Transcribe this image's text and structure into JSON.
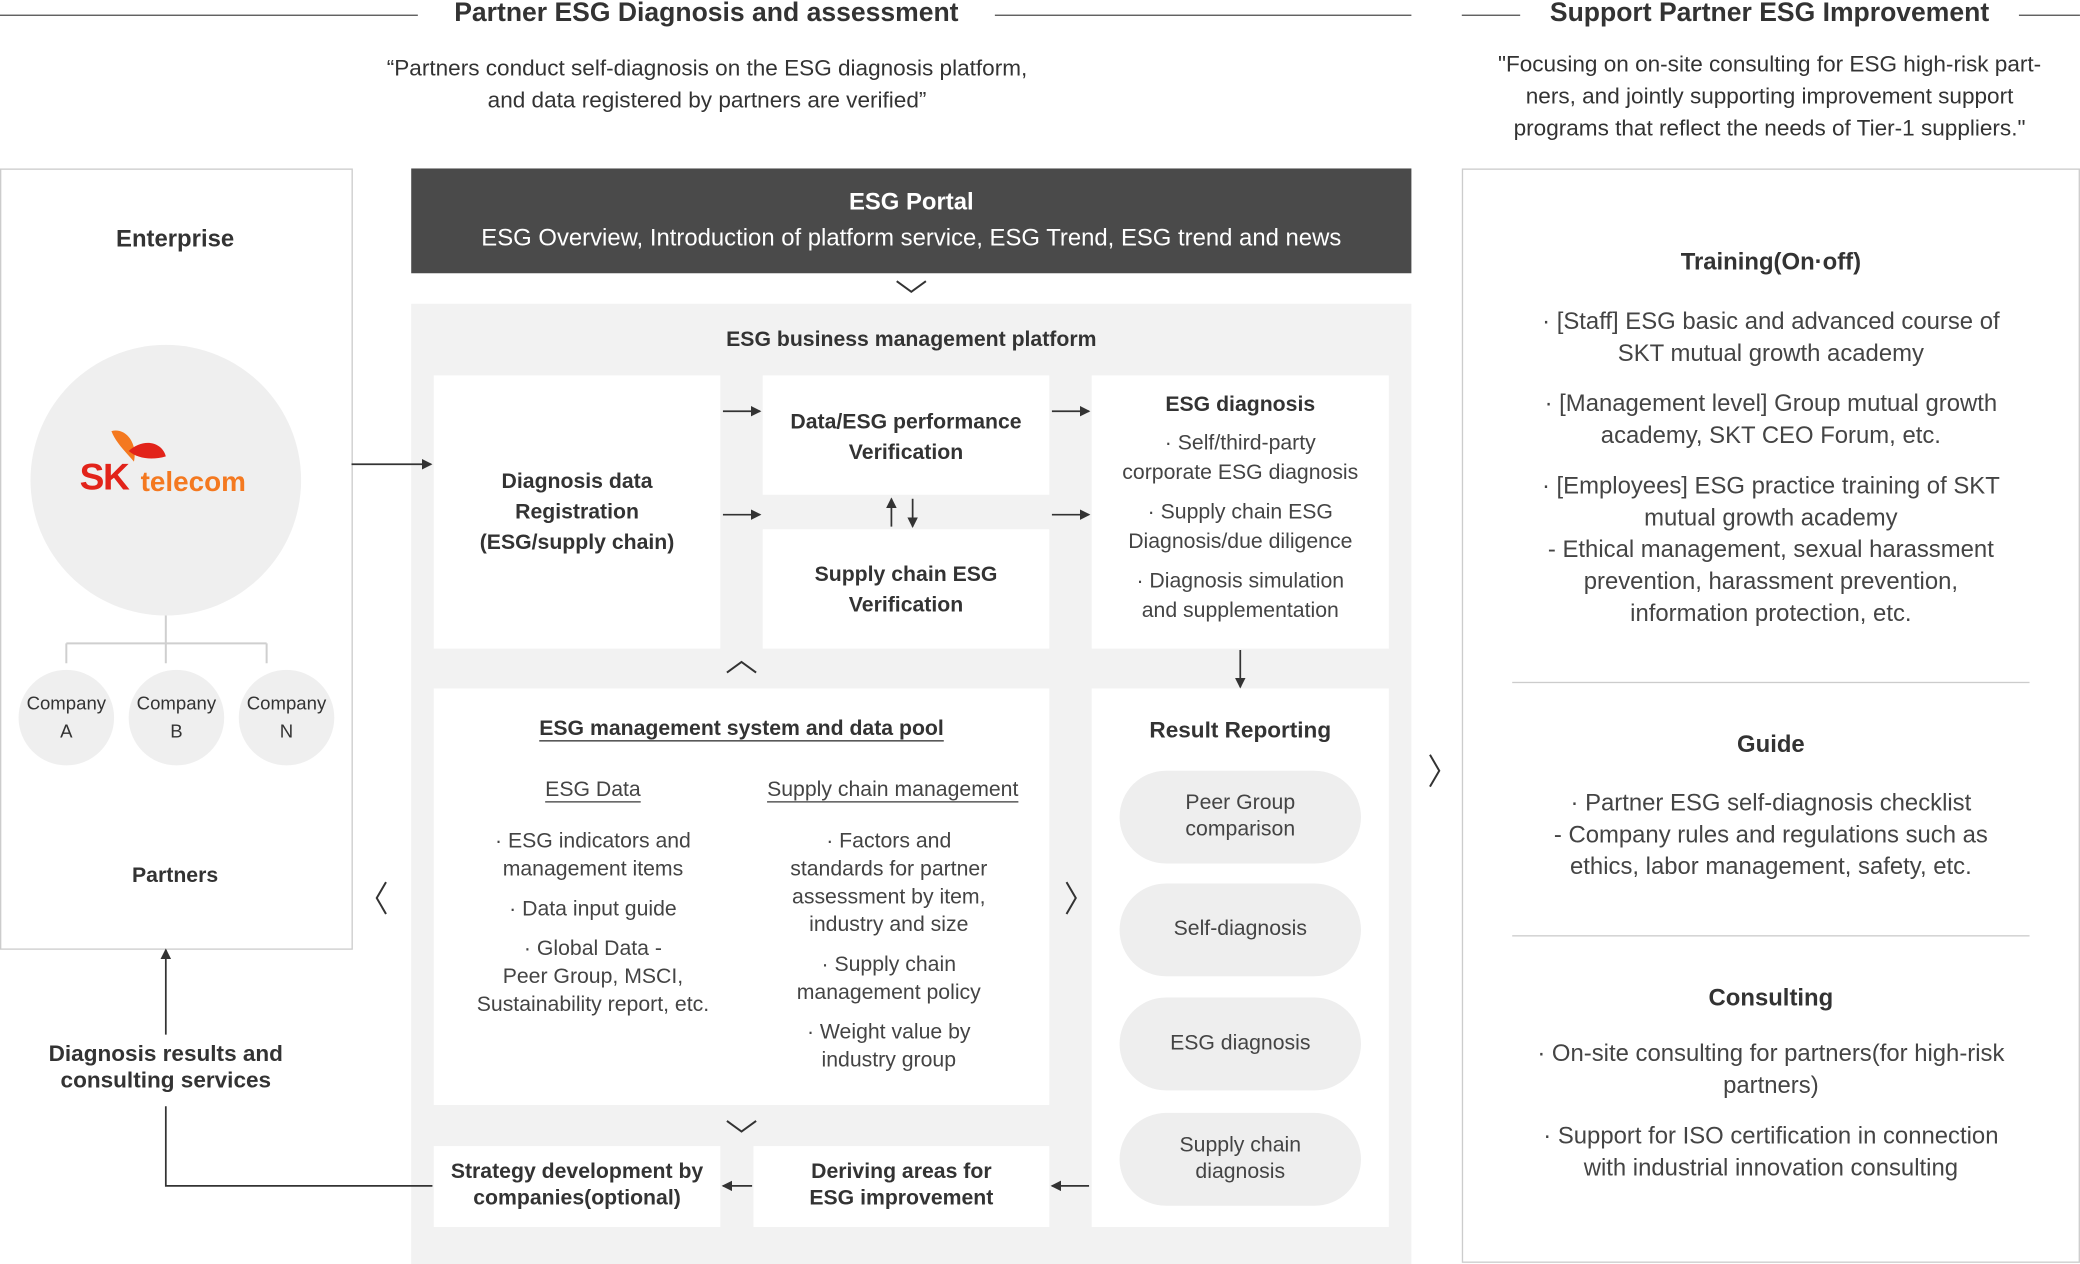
{
  "left_section": {
    "title": "Partner ESG Diagnosis and assessment",
    "quote_line1": "“Partners conduct self-diagnosis on the ESG diagnosis platform,",
    "quote_line2": "and data registered by partners are verified”"
  },
  "right_section": {
    "title": "Support Partner ESG Improvement",
    "quote_line1": "\"Focusing on on-site consulting for ESG high-risk part-",
    "quote_line2": "ners, and jointly supporting improvement support",
    "quote_line3": "programs that reflect the needs of Tier-1 suppliers.\""
  },
  "enterprise": {
    "title": "Enterprise",
    "logo_sk": "SK",
    "logo_telecom": "telecom",
    "companies": [
      {
        "line1": "Company",
        "line2": "A"
      },
      {
        "line1": "Company",
        "line2": "B"
      },
      {
        "line1": "Company",
        "line2": "N"
      }
    ],
    "partners_label": "Partners"
  },
  "diagnosis_results": {
    "line1": "Diagnosis results and",
    "line2": "consulting services"
  },
  "portal": {
    "title": "ESG Portal",
    "subtitle": "ESG Overview, Introduction of platform service, ESG Trend, ESG trend and news"
  },
  "platform": {
    "title": "ESG business management platform",
    "registration": {
      "line1": "Diagnosis data",
      "line2": "Registration",
      "line3": "(ESG/supply chain)"
    },
    "data_verification": {
      "line1": "Data/ESG performance",
      "line2": "Verification"
    },
    "supply_verification": {
      "line1": "Supply chain ESG",
      "line2": "Verification"
    },
    "esg_diagnosis": {
      "title": "ESG diagnosis",
      "items": [
        {
          "line1": "· Self/third-party",
          "line2": "corporate ESG diagnosis"
        },
        {
          "line1": "· Supply chain ESG",
          "line2": "Diagnosis/due diligence"
        },
        {
          "line1": "· Diagnosis simulation",
          "line2": "and supplementation"
        }
      ]
    },
    "management_system": {
      "title": "ESG management system and data pool",
      "esg_data": {
        "title": "ESG Data",
        "items": [
          {
            "line1": "· ESG indicators and",
            "line2": "management items"
          },
          {
            "line1": "· Data input guide"
          },
          {
            "line1": "· Global Data -",
            "line2": "Peer Group, MSCI,",
            "line3": "Sustainability report, etc."
          }
        ]
      },
      "supply_chain": {
        "title": "Supply chain management",
        "items": [
          {
            "line1": "· Factors and",
            "line2": "standards for partner",
            "line3": "assessment by item,",
            "line4": "industry and size"
          },
          {
            "line1": "· Supply chain",
            "line2": "management policy"
          },
          {
            "line1": "· Weight value by",
            "line2": "industry group"
          }
        ]
      }
    },
    "result_reporting": {
      "title": "Result Reporting",
      "pills": [
        {
          "line1": "Peer Group",
          "line2": "comparison"
        },
        {
          "line1": "Self-diagnosis"
        },
        {
          "line1": "ESG diagnosis"
        },
        {
          "line1": "Supply chain",
          "line2": "diagnosis"
        }
      ]
    },
    "strategy": {
      "line1": "Strategy development by",
      "line2": "companies(optional)"
    },
    "deriving": {
      "line1": "Deriving areas for",
      "line2": "ESG improvement"
    }
  },
  "support": {
    "training": {
      "title": "Training(On·off)",
      "items": [
        {
          "line1": "· [Staff] ESG basic and advanced course of",
          "line2": "SKT mutual growth academy"
        },
        {
          "line1": "· [Management level] Group mutual growth",
          "line2": "academy, SKT CEO Forum, etc."
        },
        {
          "line1": "· [Employees] ESG practice training of SKT",
          "line2": "mutual growth academy",
          "line3": "- Ethical management, sexual harassment",
          "line4": "prevention, harassment prevention,",
          "line5": "information protection, etc."
        }
      ]
    },
    "guide": {
      "title": "Guide",
      "line1": "· Partner ESG self-diagnosis checklist",
      "line2": "- Company rules and regulations such as",
      "line3": "ethics, labor management, safety, etc."
    },
    "consulting": {
      "title": "Consulting",
      "items": [
        {
          "line1": "· On-site consulting for partners(for high-risk",
          "line2": "partners)"
        },
        {
          "line1": "· Support for ISO certification in connection",
          "line2": "with industrial innovation consulting"
        }
      ]
    }
  },
  "colors": {
    "portal_bg": "#4a4a4a",
    "sk_red": "#e2231a",
    "sk_orange": "#f47920",
    "platform_bg": "#f2f2f2"
  },
  "icons": [
    "chevron-down-icon",
    "chevron-up-icon",
    "chevron-left-icon",
    "chevron-right-icon",
    "arrow-right-icon",
    "arrow-left-icon",
    "arrow-up-icon",
    "arrow-down-icon",
    "sk-butterfly-logo"
  ]
}
